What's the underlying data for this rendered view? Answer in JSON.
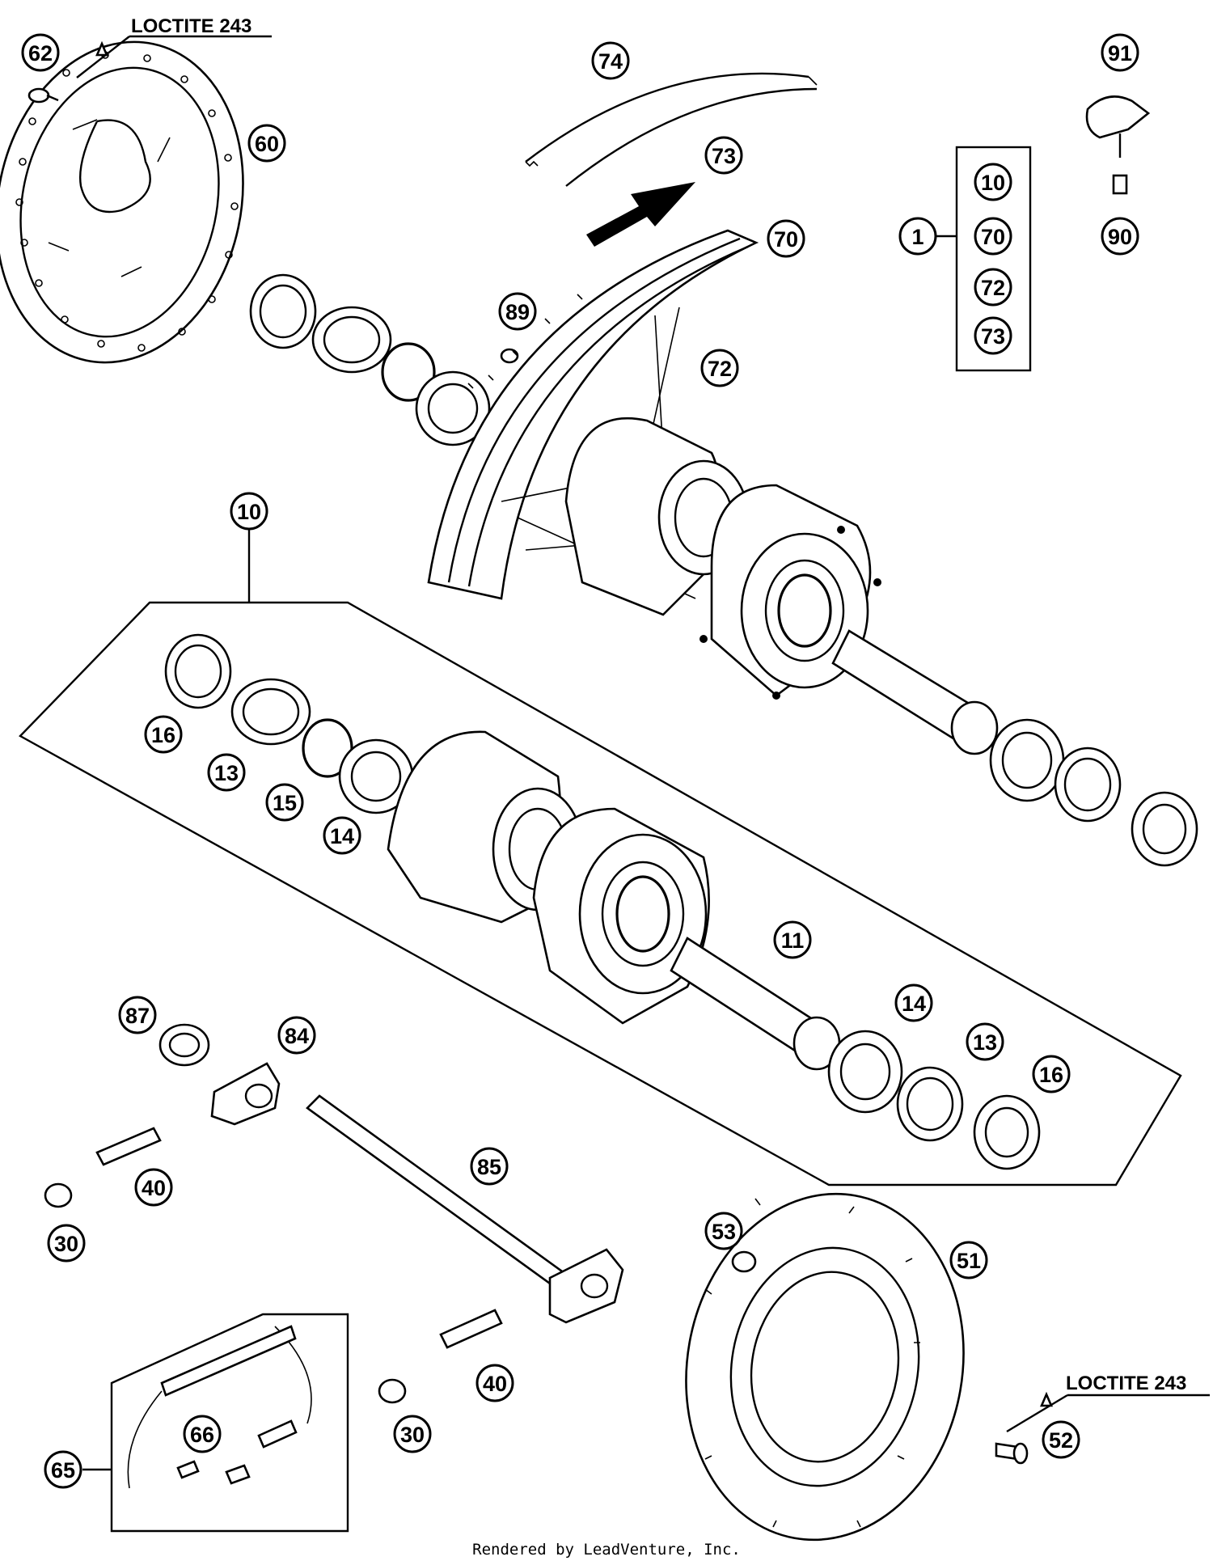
{
  "loctite_labels": {
    "top_left": "LOCTITE 243",
    "bottom_right": "LOCTITE 243"
  },
  "callouts": {
    "c62": "62",
    "c60": "60",
    "c74": "74",
    "c73": "73",
    "c70": "70",
    "c72": "72",
    "c89": "89",
    "c91": "91",
    "c90": "90",
    "c1": "1",
    "kit10": "10",
    "kit70": "70",
    "kit72": "72",
    "kit73": "73",
    "c10": "10",
    "c16a": "16",
    "c13a": "13",
    "c15": "15",
    "c14a": "14",
    "c11": "11",
    "c14b": "14",
    "c13b": "13",
    "c16b": "16",
    "c87": "87",
    "c84": "84",
    "c85": "85",
    "c40a": "40",
    "c30a": "30",
    "c53": "53",
    "c51": "51",
    "c52": "52",
    "c66": "66",
    "c65": "65",
    "c30b": "30",
    "c40b": "40"
  },
  "footer": "Rendered by LeadVenture, Inc."
}
